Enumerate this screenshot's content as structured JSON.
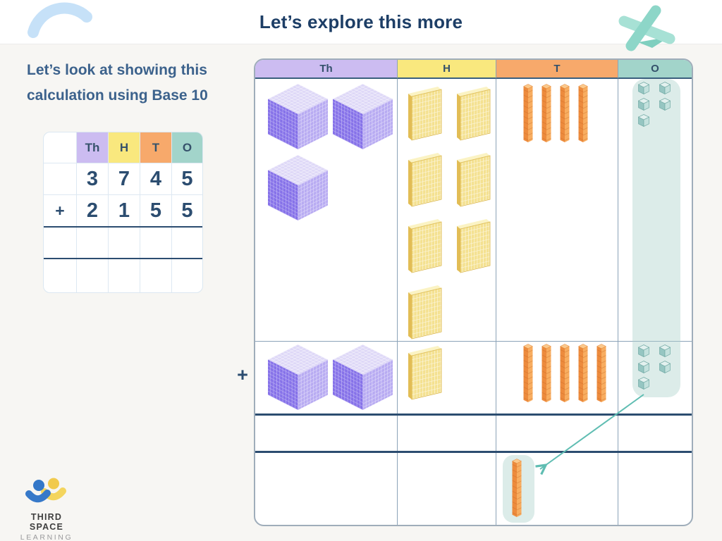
{
  "title": "Let’s explore this more",
  "intro": {
    "line1": "Let’s look at showing this",
    "line2": "calculation using Base 10"
  },
  "place_value_table": {
    "column_headers": [
      "Th",
      "H",
      "T",
      "O"
    ],
    "operator": "+",
    "addend1_digits": [
      "3",
      "7",
      "4",
      "5"
    ],
    "addend2_digits": [
      "2",
      "1",
      "5",
      "5"
    ]
  },
  "base10_grid": {
    "column_headers": [
      "Th",
      "H",
      "T",
      "O"
    ],
    "operator": "+",
    "rows": [
      {
        "name": "addend-1",
        "thousands": 3,
        "hundreds": 7,
        "tens": 4,
        "ones": 5
      },
      {
        "name": "addend-2",
        "thousands": 2,
        "hundreds": 1,
        "tens": 5,
        "ones": 5
      },
      {
        "name": "answer",
        "thousands": 0,
        "hundreds": 0,
        "tens": 0,
        "ones": 0
      },
      {
        "name": "regroup",
        "thousands": 0,
        "hundreds": 0,
        "tens": 1,
        "ones": 0
      }
    ]
  },
  "colors": {
    "thousands_header": "#ccbcf1",
    "hundreds_header": "#f9e87e",
    "tens_header": "#f7a96b",
    "ones_header": "#a2d4ca",
    "ones_highlight": "#dcebe9",
    "arrow": "#5fbdb2",
    "text_navy": "#2c4d70",
    "thousand_block": "#8672e9",
    "hundred_block": "#f4e190",
    "ten_block": "#f8ad60",
    "one_block": "#c3e1dd"
  },
  "logo": {
    "line1": "THIRD SPACE",
    "line2": "LEARNING"
  }
}
